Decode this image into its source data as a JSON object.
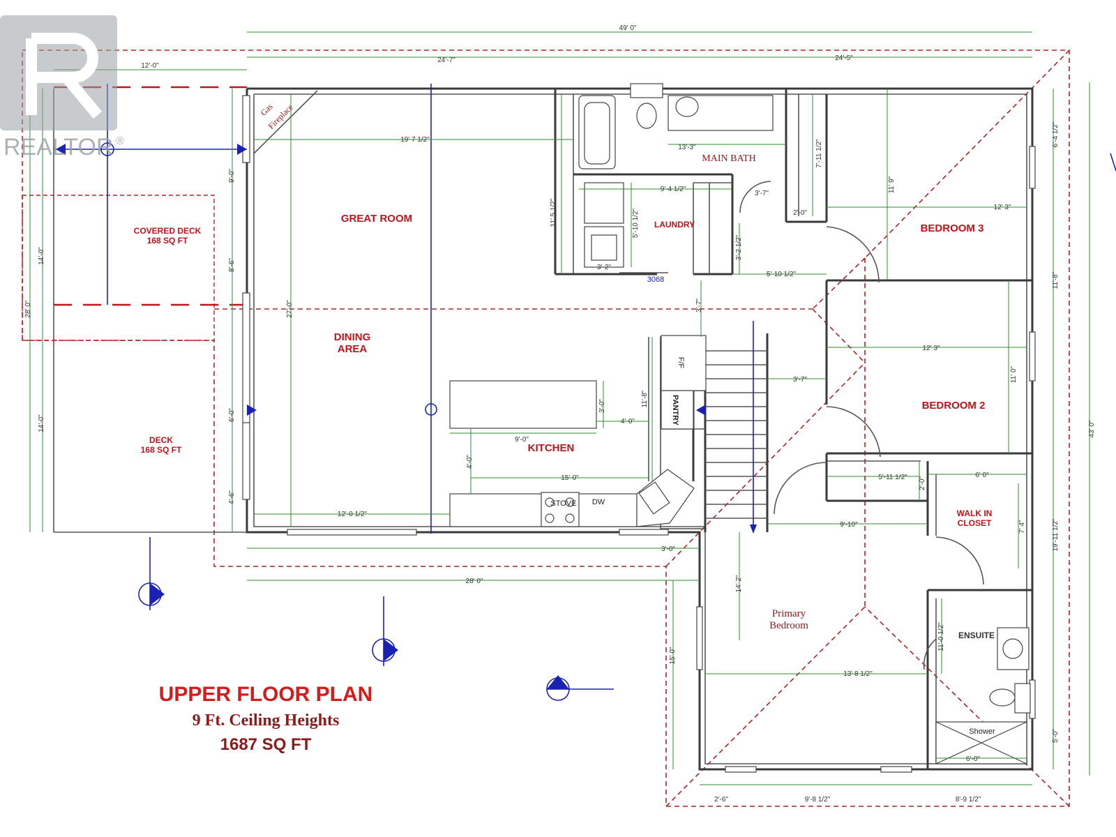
{
  "watermark": {
    "brand": "REALTOR",
    "registered": "®"
  },
  "plan_title": {
    "line1": "UPPER FLOOR PLAN",
    "line2": "9 Ft. Ceiling Heights",
    "line3": "1687 SQ FT"
  },
  "rooms": {
    "great_room": "GREAT ROOM",
    "dining_line1": "DINING",
    "dining_line2": "AREA",
    "kitchen": "KITCHEN",
    "main_bath": "MAIN BATH",
    "laundry": "LAUNDRY",
    "bedroom3": "BEDROOM 3",
    "bedroom2": "BEDROOM 2",
    "walkin_line1": "WALK IN",
    "walkin_line2": "CLOSET",
    "ensuite": "ENSUITE",
    "primary_line1": "Primary",
    "primary_line2": "Bedroom",
    "covered_deck_line1": "COVERED DECK",
    "covered_deck_line2": "168 SQ FT",
    "deck_line1": "DECK",
    "deck_line2": "168 SQ FT"
  },
  "fixtures": {
    "fireplace_line1": "Gas",
    "fireplace_line2": "Fireplace",
    "fridge": "F/F",
    "pantry": "PANTRY",
    "stove": "STOVE",
    "dishwasher": "DW",
    "shower": "Shower",
    "door_code": "3068"
  },
  "dimensions": {
    "overall_width": "49' 0\"",
    "left_width": "24'-7\"",
    "right_width": "24'-5\"",
    "deck_width": "12'-0\"",
    "great_room_width": "19' 7 1/2\"",
    "bath_width": "13'-3\"",
    "bath_closet_height": "7'-11 1/2\"",
    "laundry_width": "9'-4 1/2\"",
    "laundry_height": "5'-10 1/2\"",
    "hall_3_7_a": "3'-7\"",
    "small_2_0": "2'-0\"",
    "bed3_width": "12' 3\"",
    "bed3_height": "11' 9\"",
    "bath_height": "11' 5 1/2\"",
    "laundry_small": "3'-2\"",
    "hall_3_2": "3'-2 1/2\"",
    "hall_5_10": "5'-10 1/2\"",
    "hall_3_7_b": "3'-7\"",
    "bed2_width": "12' 3\"",
    "bed2_height": "11' 0\"",
    "hall_3_7_c": "3'-7\"",
    "left_9_0": "9'-0\"",
    "left_8_6": "8'-6\"",
    "left_6_0": "6'-0\"",
    "left_4_6": "4'-6\"",
    "deck_depth_14a": "14'-0\"",
    "deck_depth_14b": "14'-0\"",
    "deck_total_28": "28' 0\"",
    "great_depth_27": "27'-0\"",
    "kitchen_11_8": "11'-8\"",
    "island_3_0": "3'-0\"",
    "island_gap_4": "4'-0\"",
    "island_9": "9'-0\"",
    "kitchen_4_0": "4'-0\"",
    "kitchen_15": "15'-0\"",
    "dining_12_0": "12'-0 1/2\"",
    "hall_5_11": "5'-11 1/2\"",
    "closet_6_0": "6' 0\"",
    "closet_2_0": "2'-0\"",
    "hall_9_10": "9'-10\"",
    "closet_7_4": "7' 4\"",
    "right_3_0": "3'-0\"",
    "front_28": "28' 0\"",
    "primary_14_2": "14' 2\"",
    "ensuite_11": "11'-0 1/2\"",
    "primary_15": "15' 0\"",
    "primary_13_8": "13' 8 1/2\"",
    "shower_6_0": "6'-0\"",
    "bottom_2_6": "2'-6\"",
    "bottom_9_8": "9'-8 1/2\"",
    "bottom_8_9": "8'-9 1/2\"",
    "right_6_4": "6'-4 1/2\"",
    "right_11_8": "11'-8\"",
    "right_19_11": "19'-11 1/2\"",
    "right_5_0": "5'-0\"",
    "right_43": "43' 0\""
  }
}
